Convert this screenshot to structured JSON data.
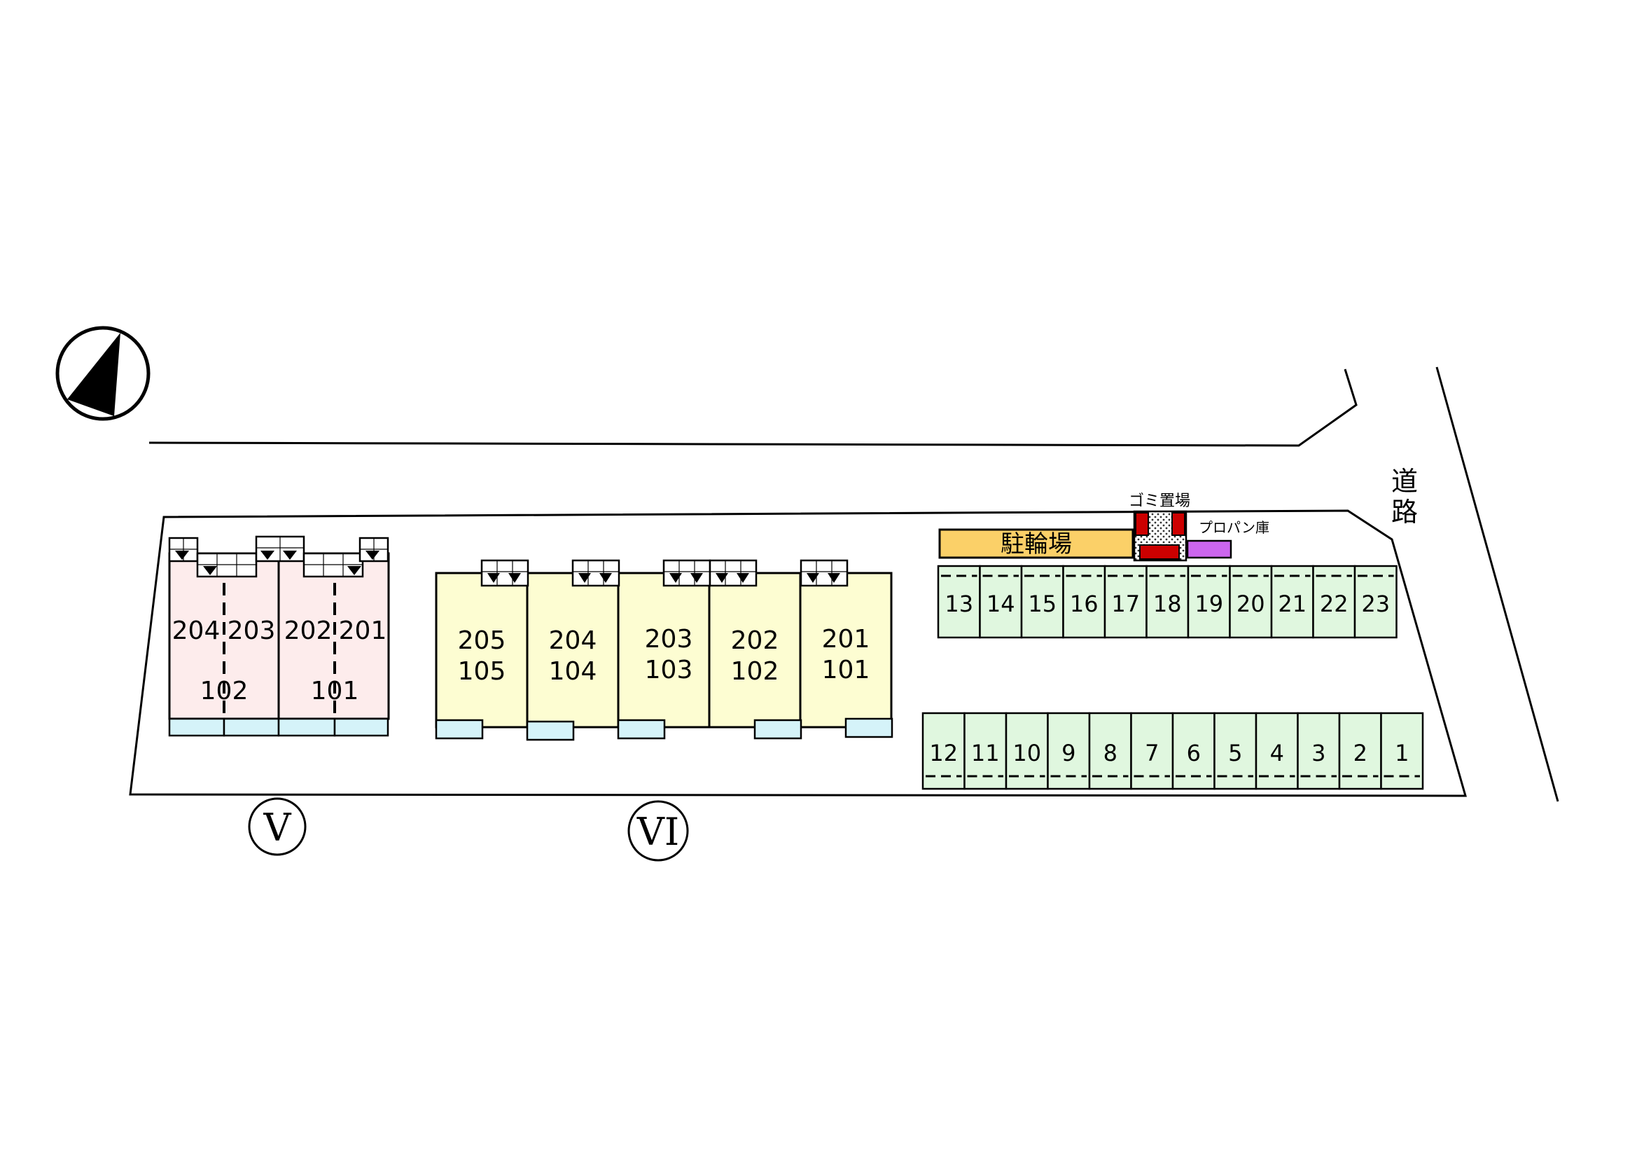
{
  "road_label": "道路",
  "bicycle_parking_label": "駐輪場",
  "garbage_area_label": "ゴミ置場",
  "propane_storage_label": "プロパン庫",
  "building_v": {
    "label": "V",
    "upper_rooms": [
      "204",
      "203",
      "202",
      "201"
    ],
    "lower_rooms": [
      "102",
      "101"
    ]
  },
  "building_vi": {
    "label": "VI",
    "units": [
      {
        "upper": "205",
        "lower": "105"
      },
      {
        "upper": "204",
        "lower": "104"
      },
      {
        "upper": "203",
        "lower": "103"
      },
      {
        "upper": "202",
        "lower": "102"
      },
      {
        "upper": "201",
        "lower": "101"
      }
    ]
  },
  "parking_row_top": [
    "13",
    "14",
    "15",
    "16",
    "17",
    "18",
    "19",
    "20",
    "21",
    "22",
    "23"
  ],
  "parking_row_bottom": [
    "12",
    "11",
    "10",
    "9",
    "8",
    "7",
    "6",
    "5",
    "4",
    "3",
    "2",
    "1"
  ],
  "colors": {
    "building_v_fill": "#fdecec",
    "building_vi_fill": "#fdfdd2",
    "parking_fill": "#e0f7df",
    "balcony_fill": "#d5f3f9",
    "bicycle_fill": "#fbd068",
    "garbage_fill": "#cc0000",
    "propane_fill": "#cc66ee"
  }
}
